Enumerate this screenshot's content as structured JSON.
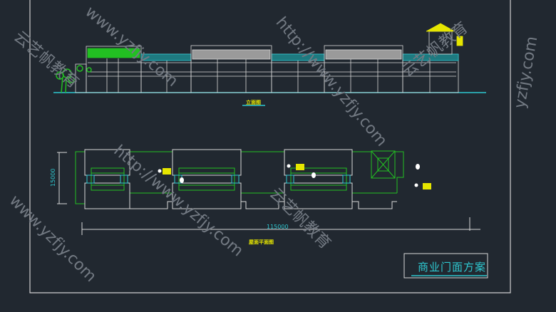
{
  "drawing": {
    "elevation_label": "立面图",
    "roof_plan_label": "屋面平面图",
    "width_dimension": "115000",
    "depth_dimension": "15000",
    "title": "商业门面方案"
  },
  "watermarks": {
    "url_short": "www.yzfjy.com",
    "url_full": "http://www.yzfjy.com",
    "brand": "云艺帆教育",
    "fragment": "yzfjy.com"
  },
  "colors": {
    "background": "#212830",
    "line": "#d8d8d8",
    "green": "#22c022",
    "cyan": "#2ec8d0",
    "yellow": "#e6e600"
  }
}
